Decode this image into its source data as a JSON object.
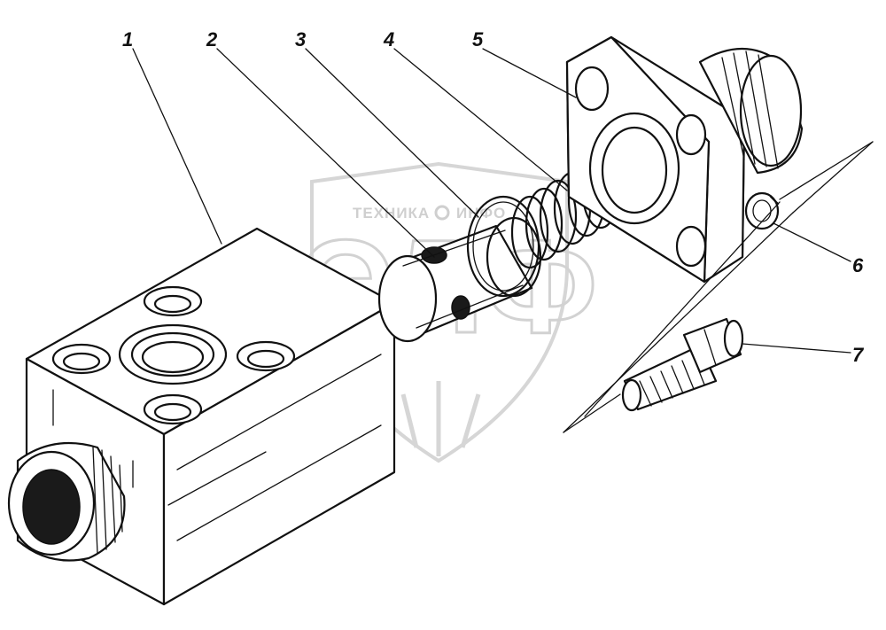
{
  "watermark": {
    "top_text": "ТЕХНИКА",
    "right_text": "ИНФО",
    "big_letters": "ЭЛФ"
  },
  "callouts": [
    {
      "id": "part-1",
      "label": "1"
    },
    {
      "id": "part-2",
      "label": "2"
    },
    {
      "id": "part-3",
      "label": "3"
    },
    {
      "id": "part-4",
      "label": "4"
    },
    {
      "id": "part-5",
      "label": "5"
    },
    {
      "id": "part-6",
      "label": "6"
    },
    {
      "id": "part-7",
      "label": "7"
    }
  ],
  "colors": {
    "ink": "#111111",
    "watermark": "#d0d0d0",
    "background": "#ffffff"
  }
}
